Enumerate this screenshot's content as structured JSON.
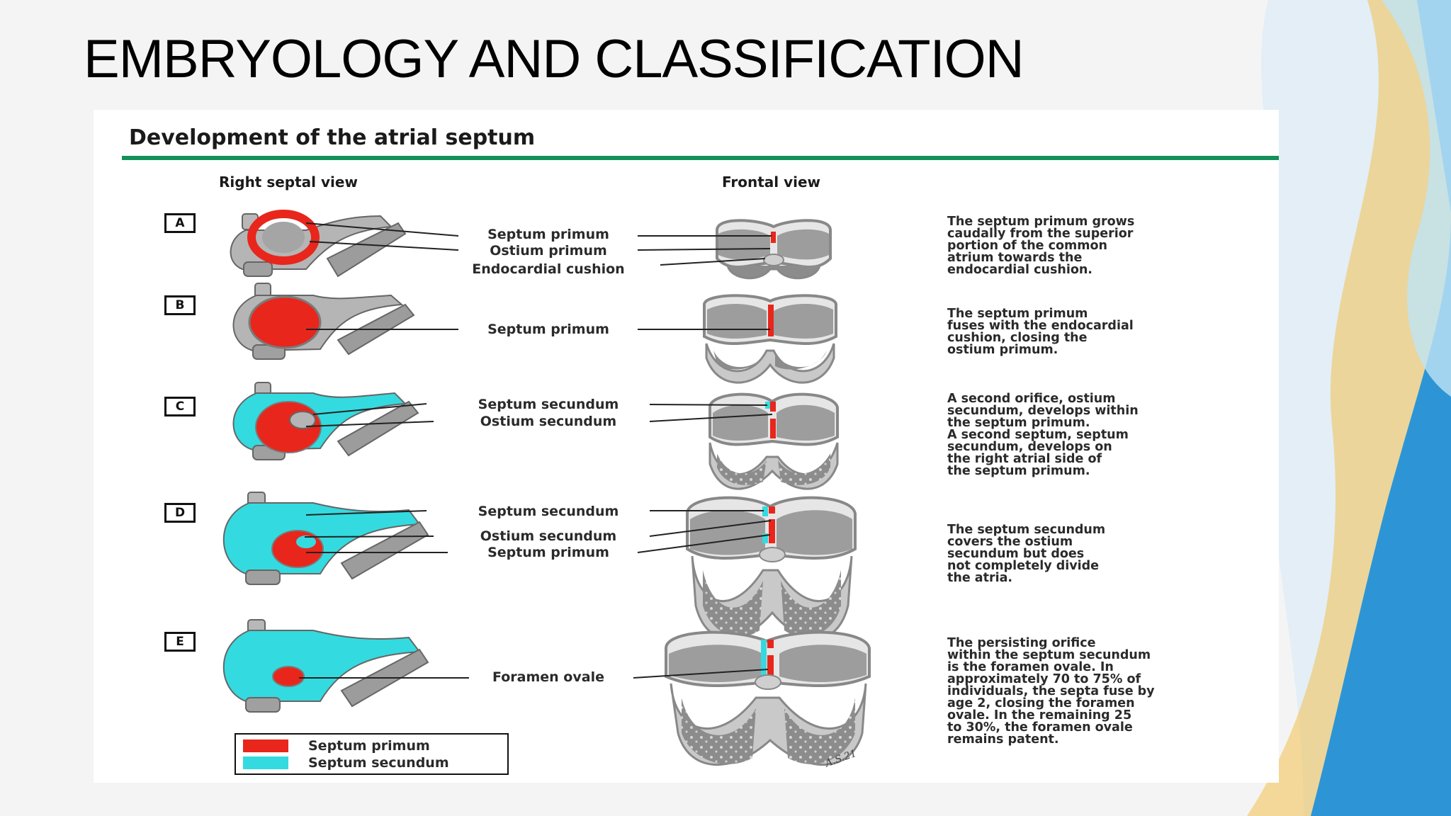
{
  "slide": {
    "title": "EMBRYOLOGY AND CLASSIFICATION",
    "colors": {
      "background": "#f2f2f2",
      "wave_blue": "#1f8fd0",
      "wave_light": "#bfe3f5",
      "wave_gold": "#f2c14e"
    }
  },
  "figure": {
    "title": "Development of the atrial septum",
    "rule_color": "#14905a",
    "column_headers": {
      "right_septal": "Right septal view",
      "frontal": "Frontal view"
    },
    "colors": {
      "septum_primum": "#e8261c",
      "septum_secundum": "#33dbe0",
      "tissue": "#a8a8a8",
      "tissue_dark": "#6f6f6f"
    },
    "rows": [
      {
        "letter": "A",
        "labels": [
          "Septum primum",
          "Ostium primum",
          "Endocardial cushion"
        ],
        "description": "The septum primum grows\ncaudally from the superior\nportion of the common\natrium towards the\nendocardial cushion."
      },
      {
        "letter": "B",
        "labels": [
          "Septum primum"
        ],
        "description": "The septum primum\nfuses with the endocardial\ncushion, closing the\nostium primum."
      },
      {
        "letter": "C",
        "labels": [
          "Septum secundum",
          "Ostium secundum"
        ],
        "description": "A second orifice, ostium\nsecundum, develops within\nthe septum primum.\nA second septum, septum\nsecundum, develops on\nthe right atrial side of\nthe septum primum."
      },
      {
        "letter": "D",
        "labels": [
          "Septum secundum",
          "Ostium secundum",
          "Septum primum"
        ],
        "description": "The septum secundum\ncovers the ostium\nsecundum but does\nnot completely divide\nthe atria."
      },
      {
        "letter": "E",
        "labels": [
          "Foramen ovale"
        ],
        "description": "The persisting orifice\nwithin the septum secundum\nis the foramen ovale. In\napproximately 70 to 75% of\nindividuals, the septa fuse by\nage 2, closing the foramen\novale. In the remaining 25\nto 30%, the foramen ovale\nremains patent."
      }
    ],
    "legend": [
      {
        "label": "Septum primum",
        "color": "#e8261c"
      },
      {
        "label": "Septum secundum",
        "color": "#33dbe0"
      }
    ],
    "signature": "A.S.21"
  }
}
